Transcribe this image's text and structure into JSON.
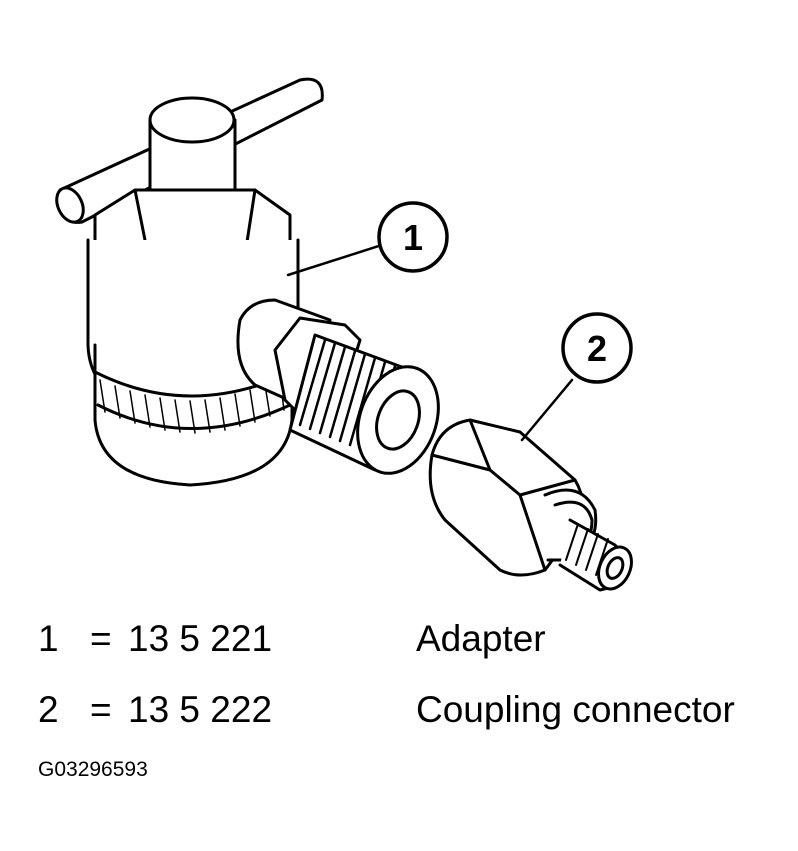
{
  "callouts": [
    {
      "number": "1"
    },
    {
      "number": "2"
    }
  ],
  "legend": [
    {
      "number": "1",
      "equals": "=",
      "part_number": "13 5 221",
      "description": "Adapter"
    },
    {
      "number": "2",
      "equals": "=",
      "part_number": "13 5 222",
      "description": "Coupling connector"
    }
  ],
  "reference_code": "G03296593"
}
